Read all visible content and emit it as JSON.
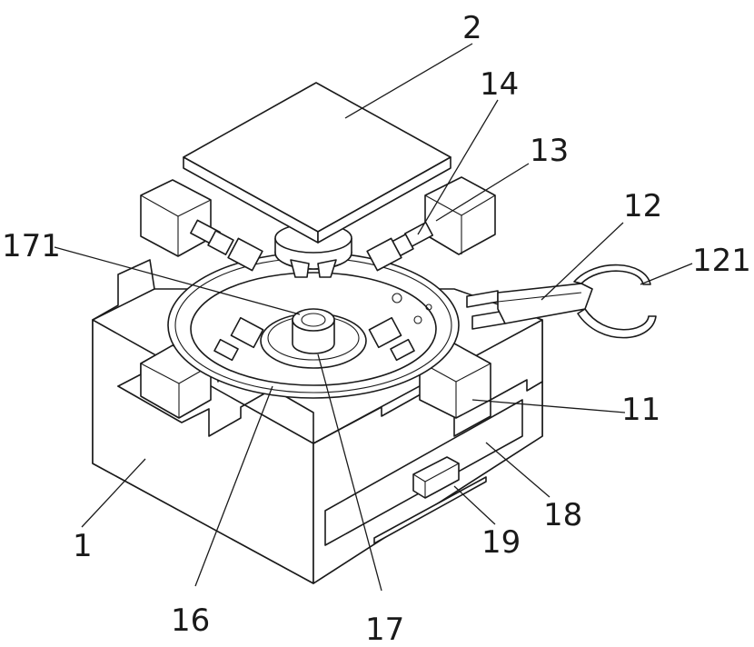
{
  "labels": {
    "l1": "1",
    "l2": "2",
    "l11": "11",
    "l12": "12",
    "l121": "121",
    "l13": "13",
    "l14": "14",
    "l16": "16",
    "l17": "17",
    "l171": "171",
    "l18": "18",
    "l19": "19"
  }
}
